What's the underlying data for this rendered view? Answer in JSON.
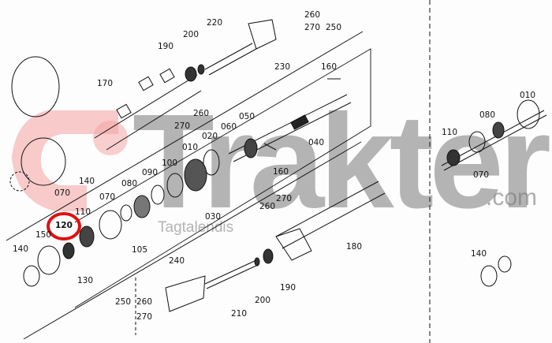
{
  "watermark": {
    "brand": "Trakter",
    "domain": ".com",
    "tagline": "Tagtalendis"
  },
  "colors": {
    "line": "#111111",
    "watermark_gray": "#8a8a8a",
    "logo_red": "#f08080",
    "highlight": "#e01010"
  },
  "highlighted_part": "120",
  "labels": {
    "l260a": "260",
    "l270a": "270",
    "l250a": "250",
    "l220": "220",
    "l200a": "200",
    "l190a": "190",
    "l230": "230",
    "l160a": "160",
    "l170": "170",
    "l270b": "270",
    "l260b": "260",
    "l050": "050",
    "l060": "060",
    "l040": "040",
    "l020": "020",
    "l010": "010",
    "l100": "100",
    "l160b": "160",
    "l090": "090",
    "l080": "080",
    "l070a": "070",
    "l140a": "140",
    "l070b": "070",
    "l110": "110",
    "l120": "120",
    "l150": "150",
    "l140b": "140",
    "l105": "105",
    "l130": "130",
    "l030": "030",
    "l260c": "260",
    "l270c": "270",
    "l180": "180",
    "l240": "240",
    "l190b": "190",
    "l200b": "200",
    "l210": "210",
    "l250b": "250",
    "l260d": "260",
    "l270d": "270",
    "r010": "010",
    "r080": "080",
    "r110": "110",
    "r070": "070",
    "r140": "140"
  }
}
